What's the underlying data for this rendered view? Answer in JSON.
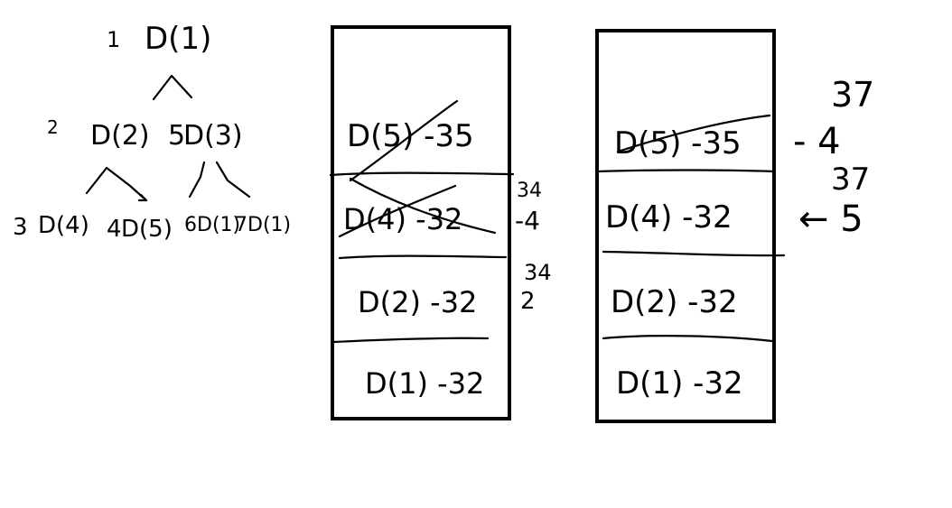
{
  "tree": {
    "level1": {
      "num": "1",
      "node": "D(1)"
    },
    "level2": {
      "num": "2",
      "left": "D(2)",
      "right_num": "5",
      "right": "D(3)"
    },
    "level3": {
      "num_a": "3",
      "node_a": "D(4)",
      "num_b": "4",
      "node_b": "D(5)",
      "node_c": "6D(1)",
      "node_d": "7D(1)"
    }
  },
  "stack_left": {
    "cells": [
      "D(5) -35",
      "D(4) -32",
      "D(2) -32",
      "D(1) -32"
    ],
    "notes": {
      "note_34a": "34",
      "note_minus4": "-4",
      "note_34b": "34",
      "note_2": "2"
    }
  },
  "stack_right": {
    "cells": [
      "D(5) -35",
      "D(4) -32",
      "D(2) -32",
      "D(1) -32"
    ],
    "notes": {
      "note_37a": "37",
      "note_dash4": "- 4",
      "note_37b": "37",
      "note_arrow5": "← 5"
    }
  }
}
